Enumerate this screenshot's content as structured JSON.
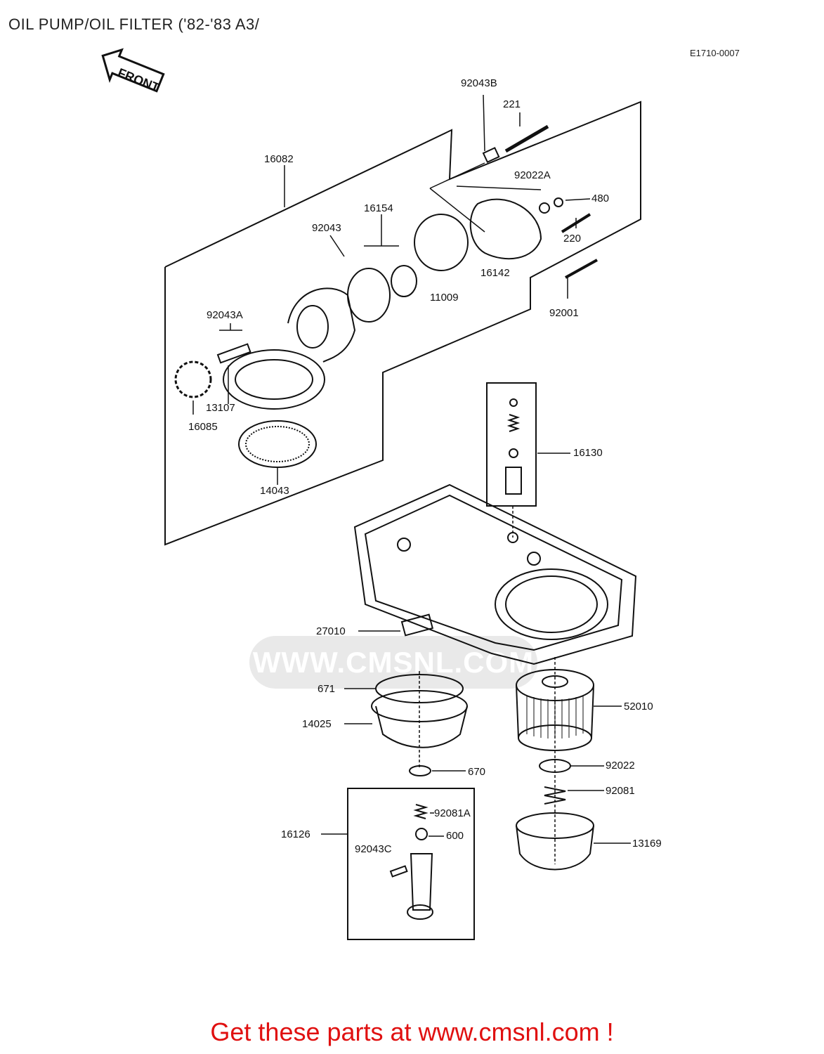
{
  "header": {
    "title": "OIL PUMP/OIL FILTER ('82-'83 A3/",
    "ref_code": "E1710-0007"
  },
  "diagram": {
    "front_arrow": "FRONT",
    "watermark": "WWW.CMSNL.COM",
    "labels": {
      "p92043B": "92043B",
      "p221": "221",
      "p92022A": "92022A",
      "p480": "480",
      "p220": "220",
      "p16082": "16082",
      "p16154": "16154",
      "p92043": "92043",
      "p16142": "16142",
      "p11009": "11009",
      "p92001": "92001",
      "p92043A": "92043A",
      "p13107": "13107",
      "p16085": "16085",
      "p14043": "14043",
      "p16130": "16130",
      "p27010": "27010",
      "p671": "671",
      "p14025": "14025",
      "p52010": "52010",
      "p670": "670",
      "p92022": "92022",
      "p92081": "92081",
      "p92081A": "92081A",
      "p600": "600",
      "p16126": "16126",
      "p92043C": "92043C",
      "p13169": "13169"
    }
  },
  "footer": {
    "cta": "Get these parts at www.cmsnl.com !",
    "color": "#e01010"
  }
}
